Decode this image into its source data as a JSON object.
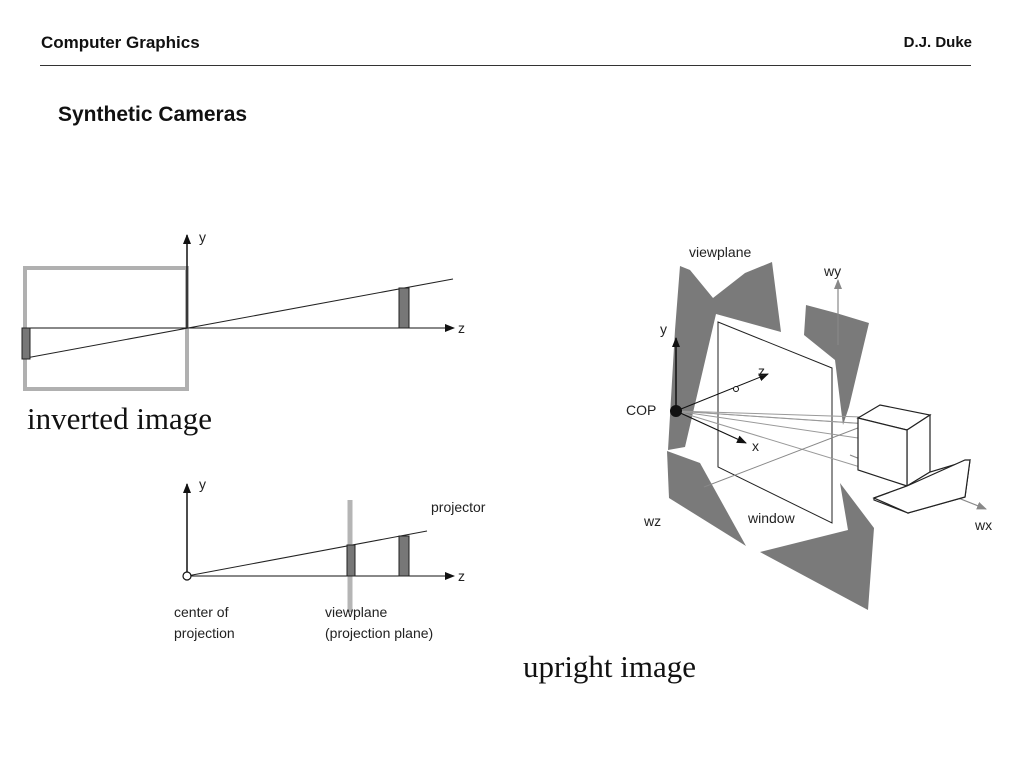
{
  "header": {
    "course": "Computer Graphics",
    "author": "D.J. Duke"
  },
  "slide": {
    "title": "Synthetic Cameras"
  },
  "captions": {
    "inverted": "inverted image",
    "upright": "upright image"
  },
  "diagram1": {
    "axis_y": "y",
    "axis_z": "z"
  },
  "diagram2": {
    "axis_y": "y",
    "axis_z": "z",
    "projector": "projector",
    "cop_line1": "center of",
    "cop_line2": "projection",
    "vp_line1": "viewplane",
    "vp_line2": "(projection plane)"
  },
  "diagram3": {
    "viewplane": "viewplane",
    "wy": "wy",
    "y": "y",
    "z": "z",
    "cop": "COP",
    "x": "x",
    "wz": "wz",
    "window": "window",
    "wx": "wx"
  }
}
